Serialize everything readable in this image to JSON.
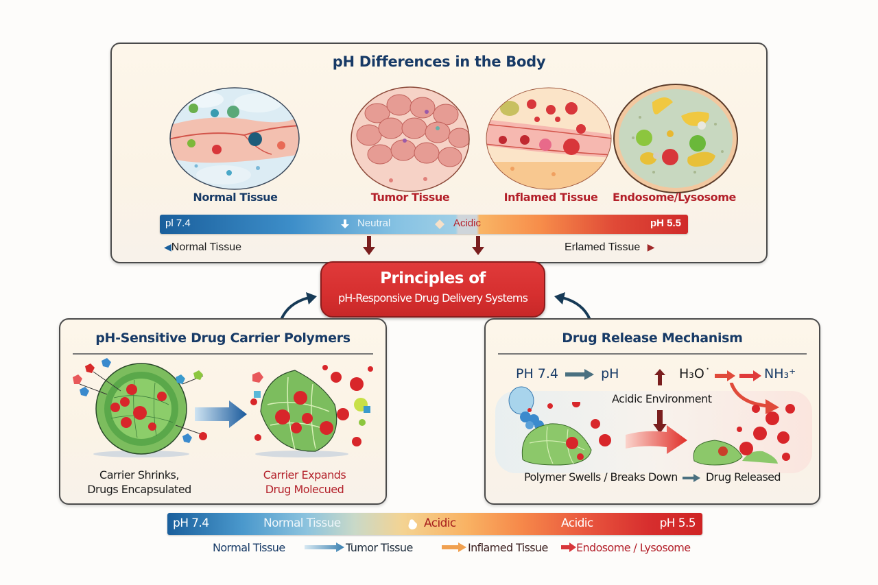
{
  "top_panel": {
    "title": "pH Differences in the Body",
    "tissues": [
      {
        "label": "Normal Tissue",
        "color": "#173a66"
      },
      {
        "label": "Tumor Tissue",
        "color": "#b3202a"
      },
      {
        "label": "Inflamed Tissue",
        "color": "#b3202a"
      },
      {
        "label": "Endosome/Lysosome",
        "color": "#b3202a"
      }
    ],
    "ph_bar": {
      "left_label": "pl 7.4",
      "neutral_label": "Neutral",
      "acidic_label": "Acidic",
      "right_label": "pH 5.5"
    },
    "under_bar": {
      "left_label": "Normal Tissue",
      "right_label": "Erlamed Tissue"
    }
  },
  "center": {
    "line1": "Principles of",
    "line2": "pH-Responsive Drug Delivery Systems"
  },
  "left_panel": {
    "title": "pH-Sensitive Drug Carrier Polymers",
    "caption_left": [
      "Carrier Shrinks,",
      "Drugs Encapsulated"
    ],
    "caption_right": [
      "Carrier Expands",
      "Drug Molecued"
    ]
  },
  "right_panel": {
    "title": "Drug Release Mechanism",
    "ph_from": "PH 7.4",
    "ph_to": "pH",
    "h3o": "H₃O˙",
    "nh3": "NH₃⁺",
    "environment": "Acidic Environment",
    "caption_left": "Polymer Swells / Breaks Down",
    "caption_right": "Drug Released"
  },
  "bottom_bar": {
    "left_label": "pH 7.4",
    "normal_label": "Normal Tissue",
    "acidic_label_1": "Acidic",
    "acidic_label_2": "Acidic",
    "right_label": "pH 5.5"
  },
  "flow": [
    "Normal Tissue",
    "Tumor Tissue",
    "Inflamed Tissue",
    "Endosome / Lysosome"
  ],
  "colors": {
    "navy": "#173a66",
    "red": "#b3202a",
    "accent_red": "#d62f2f",
    "arrow_dark_red": "#7a1e1e"
  }
}
